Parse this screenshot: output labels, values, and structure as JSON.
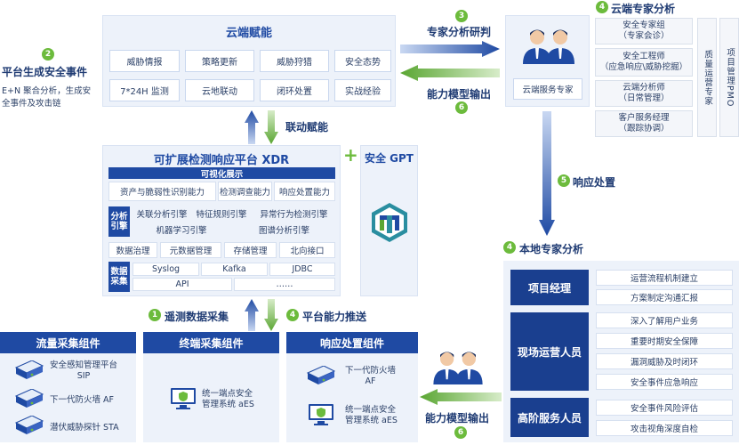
{
  "cloud": {
    "title": "云端赋能",
    "cells": [
      "威胁情报",
      "策略更新",
      "威胁狩猎",
      "安全态势",
      "7*24H 监测",
      "云地联动",
      "闭环处置",
      "实战经验"
    ]
  },
  "left_note": {
    "step": "2",
    "title": "平台生成安全事件",
    "desc_line1": "E+N 聚合分析，生成安",
    "desc_line2": "全事件及攻击链"
  },
  "steps": {
    "s3_num": "3",
    "s3_label": "专家分析研判",
    "s6_num": "6",
    "s6_label": "能力模型输出",
    "linkage_label": "联动赋能",
    "s5_num": "5",
    "s5_label": "响应处置",
    "s1_num": "1",
    "s1_label": "遥测数据采集",
    "s4_num": "4",
    "s4_label": "平台能力推送",
    "s6b_num": "6",
    "s6b_label": "能力模型输出"
  },
  "cloud_service": {
    "label": "云端服务专家"
  },
  "cloud_experts": {
    "num": "4",
    "title": "云端专家分析",
    "items": [
      {
        "line1": "安全专家组",
        "line2": "（专家会诊）"
      },
      {
        "line1": "安全工程师",
        "line2": "（应急响应\\威胁挖掘）"
      },
      {
        "line1": "云端分析师",
        "line2": "（日常管理）"
      },
      {
        "line1": "客户服务经理",
        "line2": "（跟踪协调）"
      }
    ],
    "quality": "质量运营专家",
    "pmo": "项目管理PMO"
  },
  "xdr": {
    "title": "可扩展检测响应平台 XDR",
    "vis_header": "可视化展示",
    "vis_cells": [
      "资产与脆弱性识别能力",
      "检测调查能力",
      "响应处置能力"
    ],
    "engine_label": "分析引擎",
    "engine_row1": [
      "关联分析引擎",
      "特征规则引擎",
      "异常行为检测引擎"
    ],
    "engine_row2": [
      "机器学习引擎",
      "图谱分析引擎"
    ],
    "gov_cells": [
      "数据治理",
      "元数据管理",
      "存储管理",
      "北向接口"
    ],
    "collect_label": "数据采集",
    "collect_row1": [
      "Syslog",
      "Kafka",
      "JDBC"
    ],
    "collect_row2": [
      "API",
      "……"
    ]
  },
  "gpt": {
    "plus": "+",
    "title": "安全 GPT"
  },
  "local": {
    "num": "4",
    "title": "本地专家分析",
    "groups": [
      {
        "role": "项目经理",
        "items": [
          "运营流程机制建立",
          "方案制定沟通汇报"
        ]
      },
      {
        "role": "现场运营人员",
        "items": [
          "深入了解用户业务",
          "重要时期安全保障",
          "漏洞威胁及时闭环",
          "安全事件应急响应"
        ]
      },
      {
        "role": "高阶服务人员",
        "items": [
          "安全事件风险评估",
          "攻击视角深度自检"
        ]
      }
    ]
  },
  "bottom": {
    "flow": {
      "title": "流量采集组件",
      "devices": [
        {
          "line1": "安全感知管理平台",
          "line2": "SIP"
        },
        {
          "line1": "下一代防火墙 AF",
          "line2": ""
        },
        {
          "line1": "潜伏威胁探针 STA",
          "line2": ""
        }
      ]
    },
    "endpoint": {
      "title": "终端采集组件",
      "device_line1": "统一端点安全",
      "device_line2": "管理系统 aES"
    },
    "response": {
      "title": "响应处置组件",
      "devices": [
        {
          "line1": "下一代防火墙",
          "line2": "AF"
        },
        {
          "line1": "统一端点安全",
          "line2": "管理系统 aES"
        }
      ]
    }
  },
  "colors": {
    "navy": "#1f4aa3",
    "green": "#6cbb3c",
    "light": "#edf2fa"
  }
}
